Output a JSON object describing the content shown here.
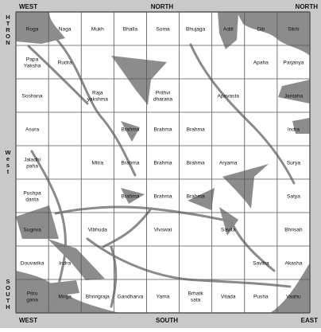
{
  "compass": {
    "top_left": "WEST",
    "top_center": "NORTH",
    "top_right": "NORTH",
    "left_top": "NORTH",
    "left_middle": "West",
    "left_bottom": "SOUTH",
    "bottom_left": "WEST",
    "bottom_center": "SOUTH",
    "bottom_right": "EAST"
  },
  "grid": {
    "rows": [
      [
        "Roga",
        "Naga",
        "Mukh",
        "Bhalla",
        "Soma",
        "Bhujaga",
        "Aditi",
        "Diti",
        "Sikhi"
      ],
      [
        "Papa\nYaksha",
        "Rudra",
        "",
        "",
        "",
        "",
        "",
        "Apaha",
        "Parjanya"
      ],
      [
        "Soshana",
        "",
        "Raja\nyakshma",
        "",
        "Prithvi\ndharana",
        "",
        "Apavasta",
        "",
        "Jantaha"
      ],
      [
        "Asura",
        "",
        "",
        "Brahma",
        "Brahma",
        "Brahma",
        "",
        "",
        "Indra"
      ],
      [
        "Jaladhi\npaha",
        "",
        "Mitra",
        "Brahma",
        "Brahma",
        "Brahma",
        "Aryama",
        "",
        "Surya"
      ],
      [
        "Pushpa\ndanta",
        "",
        "",
        "Brahma",
        "Brahma",
        "Brahma",
        "",
        "",
        "Satya"
      ],
      [
        "Sugriva",
        "",
        "Vibhuda",
        "",
        "Vivswat",
        "",
        "Savita",
        "",
        "Bhrisah"
      ],
      [
        "Douvarika",
        "Indra",
        "",
        "",
        "",
        "",
        "",
        "Savitra",
        "Akasha"
      ],
      [
        "Pitru\ngana",
        "Mriga",
        "Bhringraja",
        "Gandharva",
        "Yama",
        "Brhatk\nsata",
        "Vitada",
        "Pusha",
        "Vaahu"
      ]
    ]
  },
  "colors": {
    "frame": "#c9c9c9",
    "shadow": "#8c8c8c",
    "grid_line": "#555555",
    "text": "#111111",
    "snake": "#8a8a8a"
  }
}
